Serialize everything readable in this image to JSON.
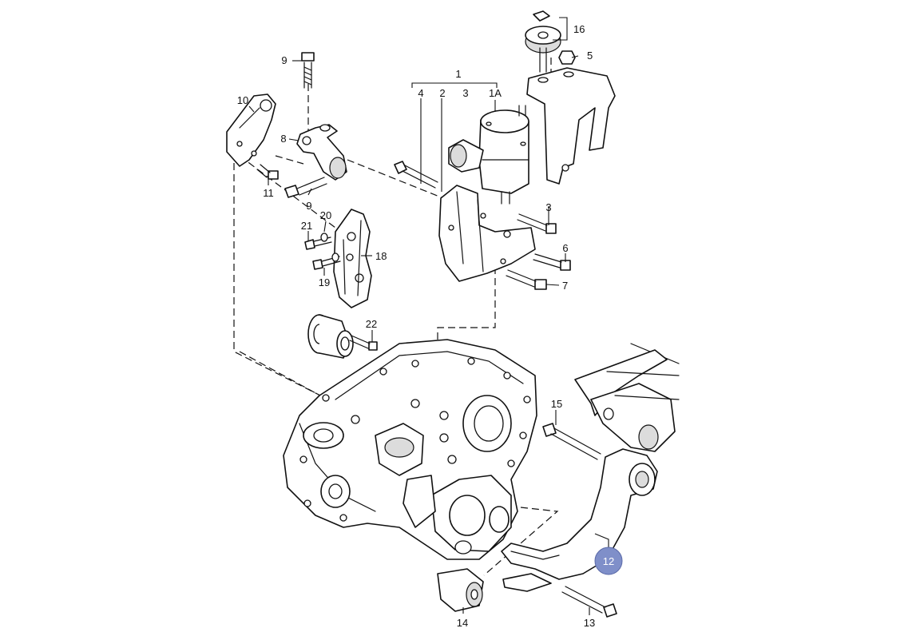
{
  "highlight_color": "#7f8fc9",
  "callouts": {
    "c1": "1",
    "c1a": "1A",
    "c2": "2",
    "c3_top": "3",
    "c3_side": "3",
    "c4": "4",
    "c5": "5",
    "c6": "6",
    "c7": "7",
    "c8": "8",
    "c9_top": "9",
    "c9_bottom": "9",
    "c10": "10",
    "c11": "11",
    "c12": "12",
    "c13": "13",
    "c14": "14",
    "c15": "15",
    "c16": "16",
    "c18": "18",
    "c19": "19",
    "c20": "20",
    "c21": "21",
    "c22": "22"
  }
}
